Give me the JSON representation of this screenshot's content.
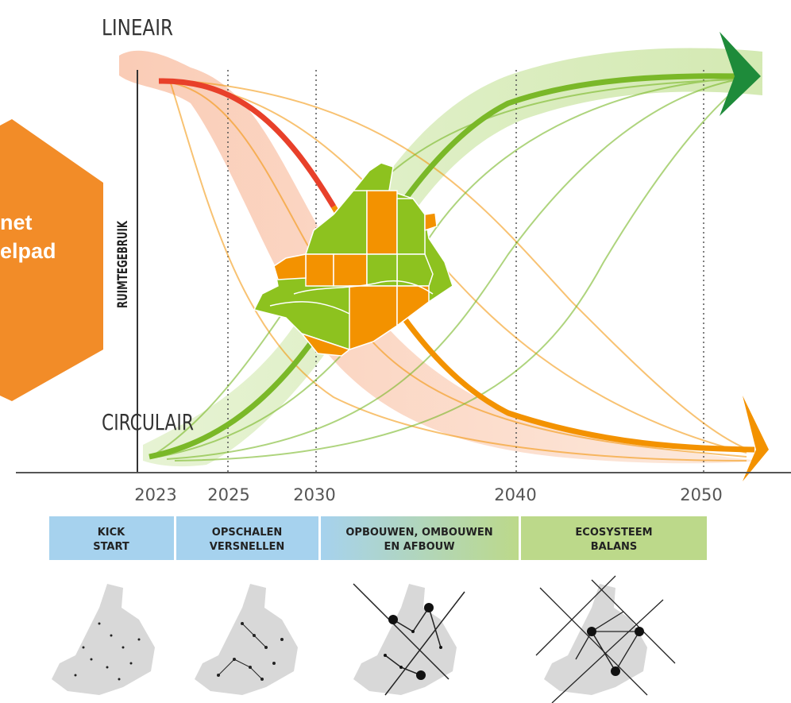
{
  "axis": {
    "y_top_label": "LINEAIR",
    "y_bottom_label": "CIRCULAIR",
    "y_axis_title": "RUIMTEGEBRUIK",
    "years": [
      "2023",
      "2025",
      "2030",
      "2040",
      "2050"
    ]
  },
  "hexagon": {
    "line1": "net",
    "line2": "elpad",
    "color": "#F28C28"
  },
  "phases": [
    {
      "line1": "KICK",
      "line2": "START"
    },
    {
      "line1": "OPSCHALEN",
      "line2": "VERSNELLEN"
    },
    {
      "line1": "OPBOUWEN, OMBOUWEN",
      "line2": "EN AFBOUW"
    },
    {
      "line1": "ECOSYSTEEM",
      "line2": "BALANS"
    }
  ],
  "colors": {
    "linear_red": "#E8402A",
    "linear_orange": "#F39200",
    "circular_green": "#7AB828",
    "dark_green": "#1E8B3A",
    "phase_blue": "#A6D2EE",
    "phase_green": "#BCD98A",
    "map_green": "#8DC21F",
    "map_orange": "#F39200",
    "map_grey": "#D8D8D8"
  },
  "icons": [
    "province-map-icon",
    "network-map-icon"
  ]
}
